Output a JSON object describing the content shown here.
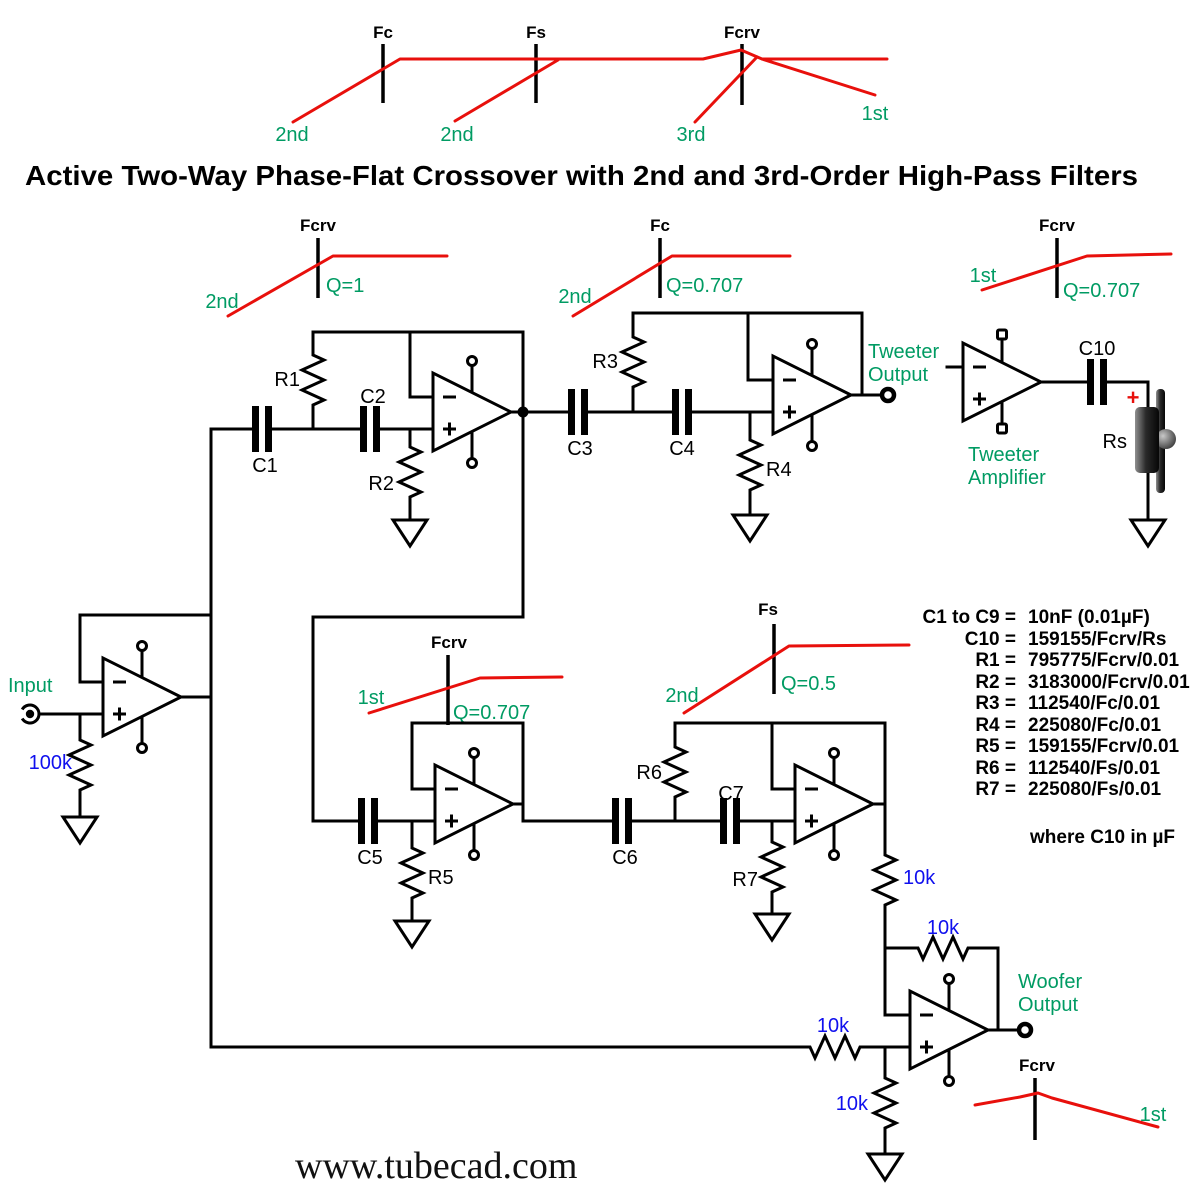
{
  "title": "Active Two-Way Phase-Flat Crossover with 2nd and 3rd-Order High-Pass Filters",
  "website": "www.tubecad.com",
  "colors": {
    "accent_green": "#009b63",
    "value_blue": "#1010ee",
    "curve_red": "#e8100c",
    "line_black": "#000000"
  },
  "top_curve": {
    "fc": "Fc",
    "fs": "Fs",
    "fcrv": "Fcrv",
    "slope1": "2nd",
    "slope2": "2nd",
    "slope3": "3rd",
    "slope4": "1st"
  },
  "insets": {
    "a_tick": "Fcrv",
    "a_order": "2nd",
    "a_q": "Q=1",
    "b_tick": "Fc",
    "b_order": "2nd",
    "b_q": "Q=0.707",
    "c_tick": "Fcrv",
    "c_order": "1st",
    "c_q": "Q=0.707",
    "d_tick": "Fcrv",
    "d_order": "1st",
    "d_q": "Q=0.707",
    "e_tick": "Fs",
    "e_order": "2nd",
    "e_q": "Q=0.5",
    "f_tick": "Fcrv",
    "f_order": "1st"
  },
  "labels": {
    "input": "Input",
    "tweeter_line1": "Tweeter",
    "tweeter_line2": "Output",
    "amp_line1": "Tweeter",
    "amp_line2": "Amplifier",
    "woofer_line1": "Woofer",
    "woofer_line2": "Output",
    "speaker_plus": "+"
  },
  "components": {
    "c1": "C1",
    "c2": "C2",
    "c3": "C3",
    "c4": "C4",
    "c5": "C5",
    "c6": "C6",
    "c7": "C7",
    "c10": "C10",
    "r1": "R1",
    "r2": "R2",
    "r3": "R3",
    "r4": "R4",
    "r5": "R5",
    "r6": "R6",
    "r7": "R7",
    "rs": "Rs",
    "r_input": "100k",
    "r10k_a": "10k",
    "r10k_b": "10k",
    "r10k_c": "10k",
    "r10k_d": "10k"
  },
  "values_table": {
    "rows": [
      {
        "name": "C1 to C9 =",
        "value": "10nF (0.01µF)"
      },
      {
        "name": "C10 =",
        "value": "159155/Fcrv/Rs"
      },
      {
        "name": "R1 =",
        "value": "795775/Fcrv/0.01"
      },
      {
        "name": "R2 =",
        "value": "3183000/Fcrv/0.01"
      },
      {
        "name": "R3 =",
        "value": "112540/Fc/0.01"
      },
      {
        "name": "R4 =",
        "value": "225080/Fc/0.01"
      },
      {
        "name": "R5 =",
        "value": "159155/Fcrv/0.01"
      },
      {
        "name": "R6 =",
        "value": "112540/Fs/0.01"
      },
      {
        "name": "R7 =",
        "value": "225080/Fs/0.01"
      }
    ],
    "footnote": "where C10 in µF"
  }
}
